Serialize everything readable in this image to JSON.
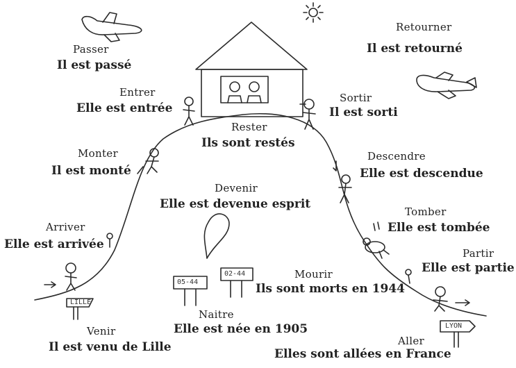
{
  "verbs": {
    "passer": {
      "verb": "Passer",
      "phrase": "Il est passé"
    },
    "entrer": {
      "verb": "Entrer",
      "phrase": "Elle est entrée"
    },
    "monter": {
      "verb": "Monter",
      "phrase": "Il est monté"
    },
    "arriver": {
      "verb": "Arriver",
      "phrase": "Elle est arrivée"
    },
    "venir": {
      "verb": "Venir",
      "phrase": "Il est venu de Lille"
    },
    "naitre": {
      "verb": "Naitre",
      "phrase": "Elle est née en 1905"
    },
    "rester": {
      "verb": "Rester",
      "phrase": "Ils sont restés"
    },
    "devenir": {
      "verb": "Devenir",
      "phrase": "Elle est devenue esprit"
    },
    "mourir": {
      "verb": "Mourir",
      "phrase": "Ils sont morts en 1944"
    },
    "retourner": {
      "verb": "Retourner",
      "phrase": "Il est retourné"
    },
    "sortir": {
      "verb": "Sortir",
      "phrase": "Il est sorti"
    },
    "descendre": {
      "verb": "Descendre",
      "phrase": "Elle est descendue"
    },
    "tomber": {
      "verb": "Tomber",
      "phrase": "Elle est tombée"
    },
    "partir": {
      "verb": "Partir",
      "phrase": "Elle est partie"
    },
    "aller": {
      "verb": "Aller",
      "phrase": "Elles sont allées en France"
    }
  },
  "signs": {
    "lille": "LILLE",
    "lyon": "LYON",
    "grave_left": "05-44",
    "grave_right": "02-44"
  }
}
